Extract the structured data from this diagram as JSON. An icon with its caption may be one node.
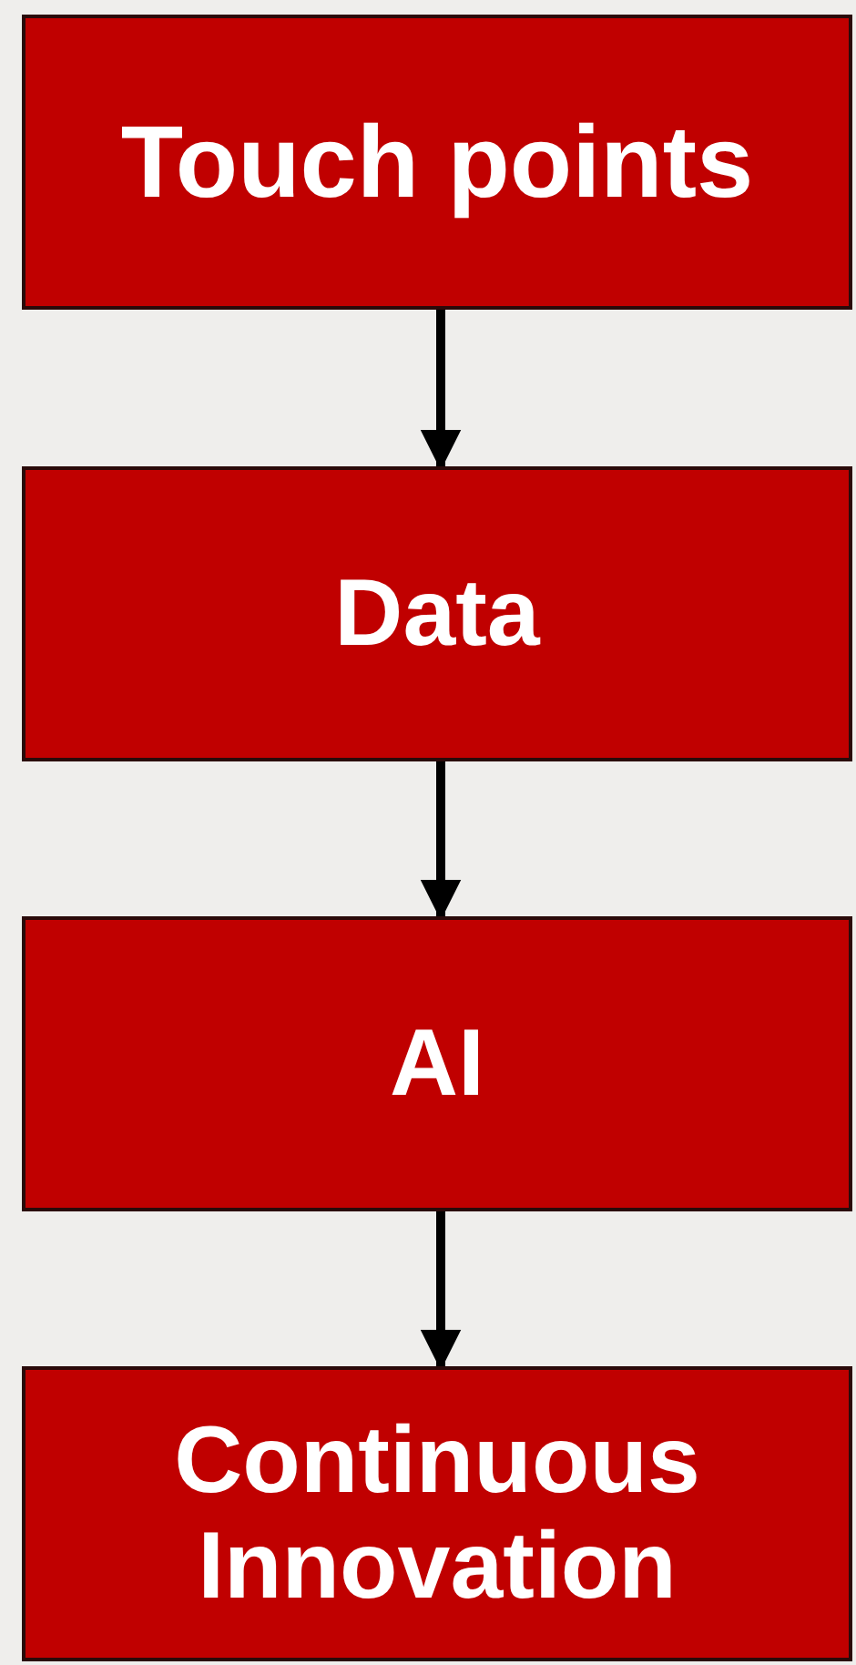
{
  "diagram": {
    "nodes": [
      {
        "text": [
          "Touch points"
        ]
      },
      {
        "text": [
          "Data"
        ]
      },
      {
        "text": [
          "AI"
        ]
      },
      {
        "text": [
          "Continuous Innovation"
        ]
      }
    ],
    "edges": [
      {
        "from": 0,
        "to": 1,
        "arrow": "to"
      },
      {
        "from": 1,
        "to": 2,
        "arrow": "to"
      },
      {
        "from": 2,
        "to": 3,
        "arrow": "to"
      }
    ]
  }
}
